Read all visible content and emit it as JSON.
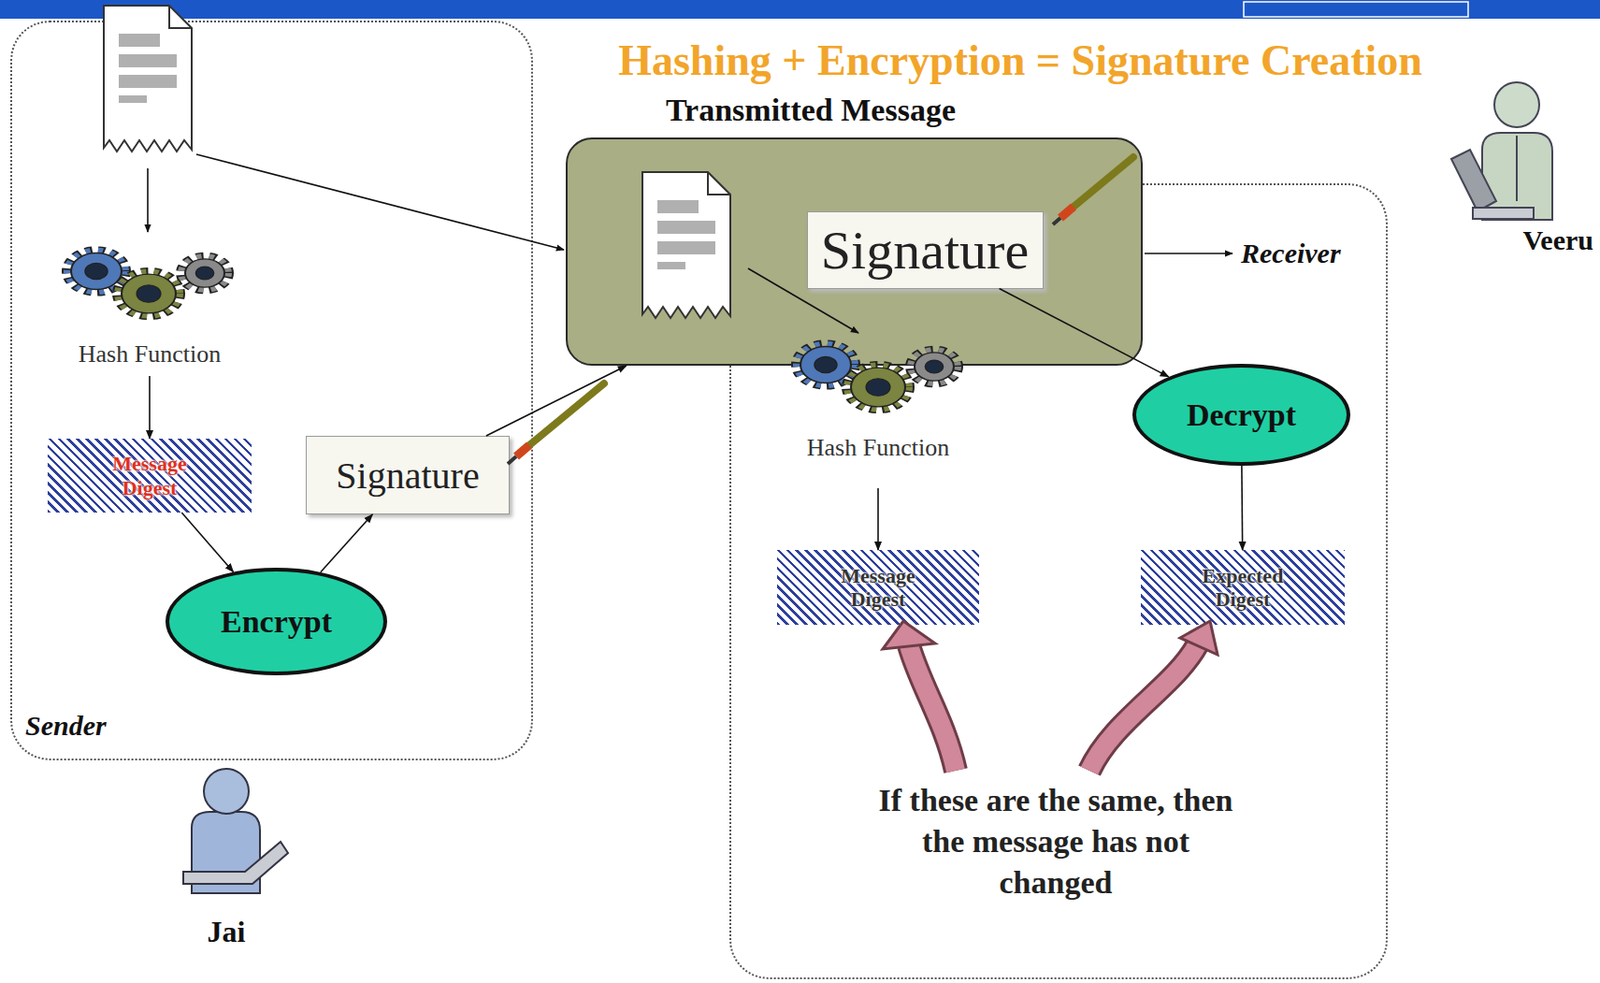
{
  "diagram": {
    "title": "Hashing + Encryption = Signature Creation",
    "nodes": [
      {
        "text": [
          "Sender"
        ]
      },
      {
        "text": [
          "Hash Function"
        ],
        "in": 0
      },
      {
        "text": [
          "Message Digest"
        ],
        "in": 0
      },
      {
        "text": [
          "Encrypt"
        ],
        "in": 0
      },
      {
        "text": [
          "Signature"
        ],
        "in": 0
      },
      {
        "text": [
          "Transmitted Message"
        ]
      },
      {
        "text": [
          "Signature"
        ],
        "in": 5
      },
      {
        "text": [
          "Receiver"
        ]
      },
      {
        "text": [
          "Hash Function"
        ],
        "in": 7
      },
      {
        "text": [
          "Decrypt"
        ],
        "in": 7
      },
      {
        "text": [
          "Message Digest"
        ],
        "in": 7
      },
      {
        "text": [
          "Expected Digest"
        ],
        "in": 7
      }
    ],
    "edges": [
      {
        "from": 1,
        "to": 2,
        "arrow": "to"
      },
      {
        "from": 2,
        "to": 3,
        "arrow": "to"
      },
      {
        "from": 3,
        "to": 4,
        "arrow": "to"
      },
      {
        "from": 4,
        "to": 5,
        "arrow": "to"
      },
      {
        "from": 6,
        "to": 9,
        "arrow": "to"
      },
      {
        "from": 9,
        "to": 11,
        "arrow": "to"
      },
      {
        "from": 8,
        "to": 10,
        "arrow": "to"
      }
    ],
    "labels": [
      "If these are the same, then the message has not changed",
      "Jai",
      "Veeru"
    ]
  }
}
